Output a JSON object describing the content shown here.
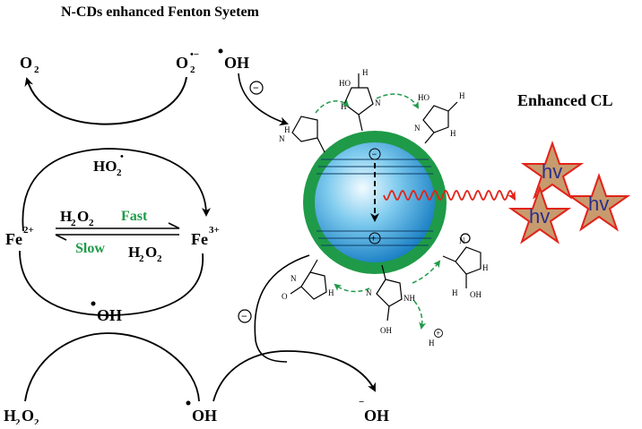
{
  "title": "N-CDs enhanced Fenton Syetem",
  "side_label": "Enhanced CL",
  "species": {
    "o2": "O",
    "o2_sub": "2",
    "o2_radical": "O",
    "o2_radical_sub": "2",
    "o2_radical_sup": "•−",
    "oh_radical_top": "OH",
    "ho2": "HO",
    "ho2_sub": "2",
    "ho2_sup": "•",
    "fe2": "Fe",
    "fe2_sup": "2+",
    "fe3": "Fe",
    "fe3_sup": "3+",
    "h2o2_top": "H",
    "h2o2_top_mid": "2",
    "h2o2_top_o": "O",
    "h2o2_top_end": "2",
    "fast": "Fast",
    "slow": "Slow",
    "h2o2_bottom": "H",
    "h2o2_bottom_mid": "2",
    "h2o2_bottom_o": "O",
    "h2o2_bottom_end": "2",
    "oh_radical_mid": "OH",
    "h2o2_left": "H",
    "h2o2_left_mid": "2",
    "h2o2_left_o": "O",
    "h2o2_left_end": "2",
    "oh_radical_bottom": "OH",
    "oh_anion": "OH",
    "minus": "−",
    "plus": "+",
    "h_plus": "H"
  },
  "minus_sign": "−",
  "photon": "hv",
  "colors": {
    "ring": "#1f9a48",
    "core_light": "#e8f6fd",
    "core_dark": "#1a8fd0",
    "wave": "#e2231a",
    "star_fill": "#c79b6e",
    "star_stroke": "#e2231a",
    "hv_text": "#2b2f8a",
    "green_arrow": "#1f9a48"
  }
}
